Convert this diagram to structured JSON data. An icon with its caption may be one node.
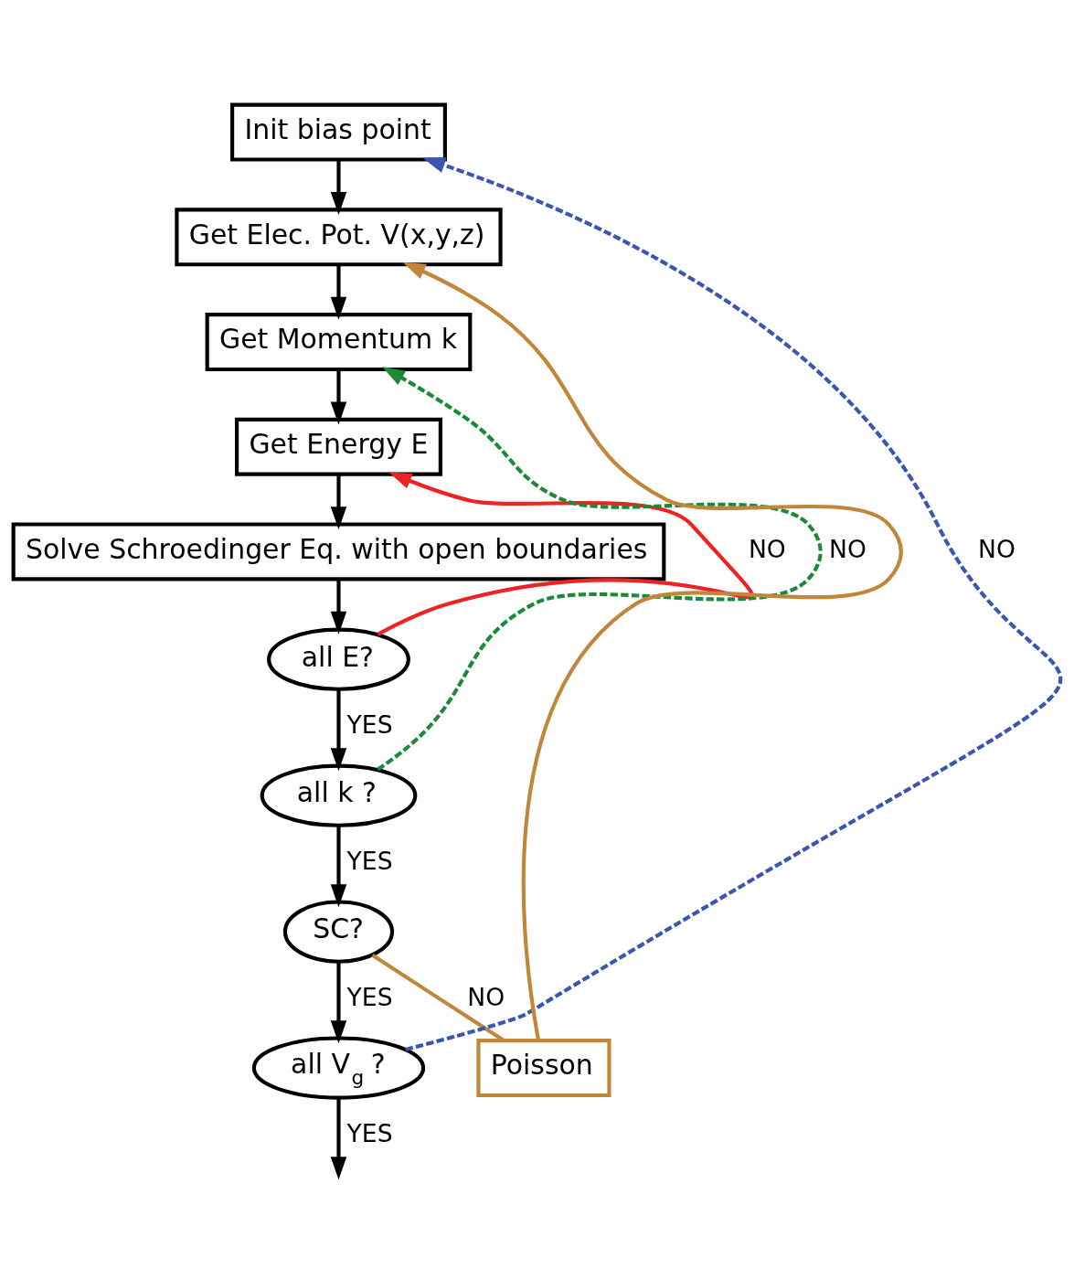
{
  "diagram": {
    "nodes": [
      {
        "text": [
          "Init bias point"
        ]
      },
      {
        "text": [
          "Get Elec. Pot. V(x,y,z)"
        ]
      },
      {
        "text": [
          "Get Momentum k"
        ]
      },
      {
        "text": [
          "Get Energy E"
        ]
      },
      {
        "text": [
          "Solve Schroedinger Eq. with open boundaries"
        ]
      },
      {
        "text": [
          "all E?"
        ]
      },
      {
        "text": [
          "all k ?"
        ]
      },
      {
        "text": [
          "SC?"
        ]
      },
      {
        "text": [
          "all V$_{g}$ ?"
        ]
      },
      {
        "text": [
          "Poisson"
        ]
      }
    ],
    "edges": [
      {
        "from": 0,
        "to": 1,
        "arrow": "to"
      },
      {
        "from": 1,
        "to": 2,
        "arrow": "to"
      },
      {
        "from": 2,
        "to": 3,
        "arrow": "to"
      },
      {
        "from": 3,
        "to": 4,
        "arrow": "to"
      },
      {
        "from": 4,
        "to": 5,
        "arrow": "to"
      },
      {
        "from": 5,
        "to": 6,
        "arrow": "to",
        "label": "YES"
      },
      {
        "from": 6,
        "to": 7,
        "arrow": "to",
        "label": "YES"
      },
      {
        "from": 7,
        "to": 8,
        "arrow": "to",
        "label": "YES"
      },
      {
        "from": 8,
        "to": null,
        "arrow": "to",
        "label": "YES"
      },
      {
        "from": 5,
        "to": 3,
        "arrow": "to",
        "label": "NO",
        "color": "#ee2222"
      },
      {
        "from": 6,
        "to": 2,
        "arrow": "to",
        "label": "NO",
        "style": "dashed",
        "color": "#1a8a3a"
      },
      {
        "from": 7,
        "to": 9,
        "arrow": "none",
        "label": "NO",
        "color": "#c0873a"
      },
      {
        "from": 9,
        "to": 1,
        "arrow": "to",
        "color": "#c0873a"
      },
      {
        "from": 8,
        "to": 0,
        "arrow": "to",
        "label": "NO",
        "style": "dashed",
        "color": "#3a56b0"
      }
    ]
  }
}
